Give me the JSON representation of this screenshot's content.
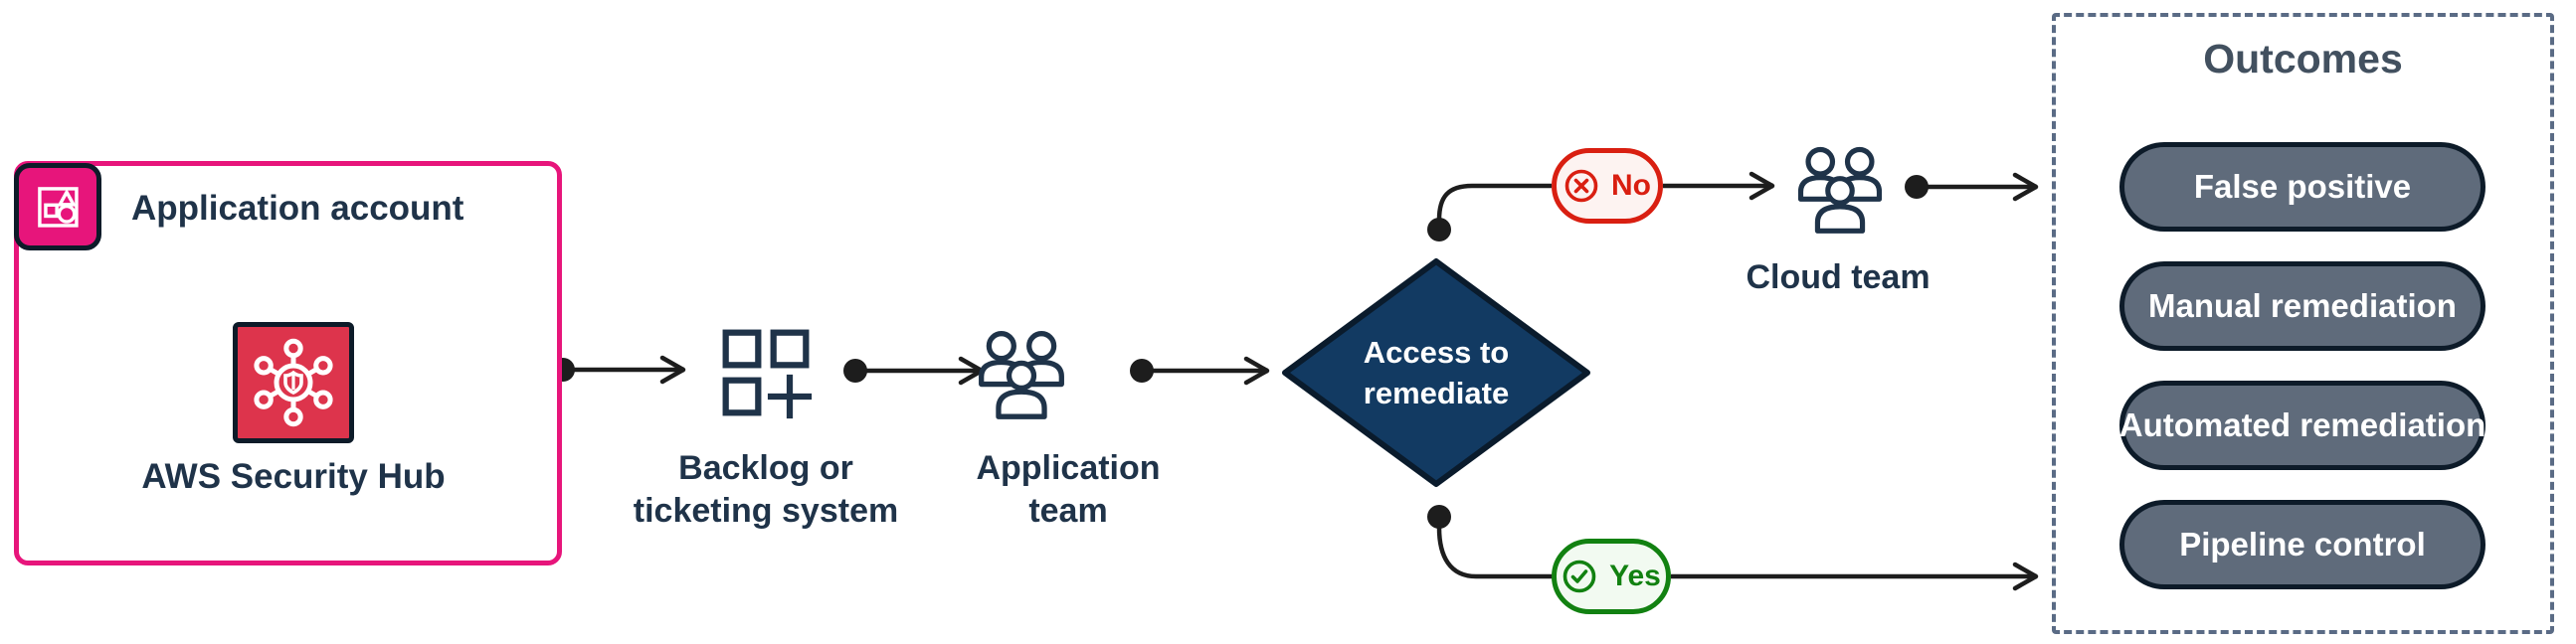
{
  "account": {
    "title": "Application account",
    "service": "AWS Security Hub"
  },
  "backlog": {
    "line1": "Backlog or",
    "line2": "ticketing system"
  },
  "team": {
    "line1": "Application",
    "line2": "team"
  },
  "decision": {
    "line1": "Access to",
    "line2": "remediate"
  },
  "no": {
    "label": "No"
  },
  "yes": {
    "label": "Yes"
  },
  "cloud": {
    "label": "Cloud team"
  },
  "outcomes": {
    "title": "Outcomes",
    "items": [
      "False positive",
      "Manual remediation",
      "Automated remediation",
      "Pipeline control"
    ]
  },
  "colors": {
    "account_border_pink": "#E7157B",
    "security_hub_red": "#DD344C",
    "text_navy": "#1F3349",
    "decision_fill_navy": "#123A62",
    "outcome_pill_slate": "#5F6B7B",
    "outcomes_dashed_border": "#5A6B85",
    "no_red": "#D91F11",
    "yes_green": "#128111",
    "connector_black": "#1D1D1D"
  }
}
